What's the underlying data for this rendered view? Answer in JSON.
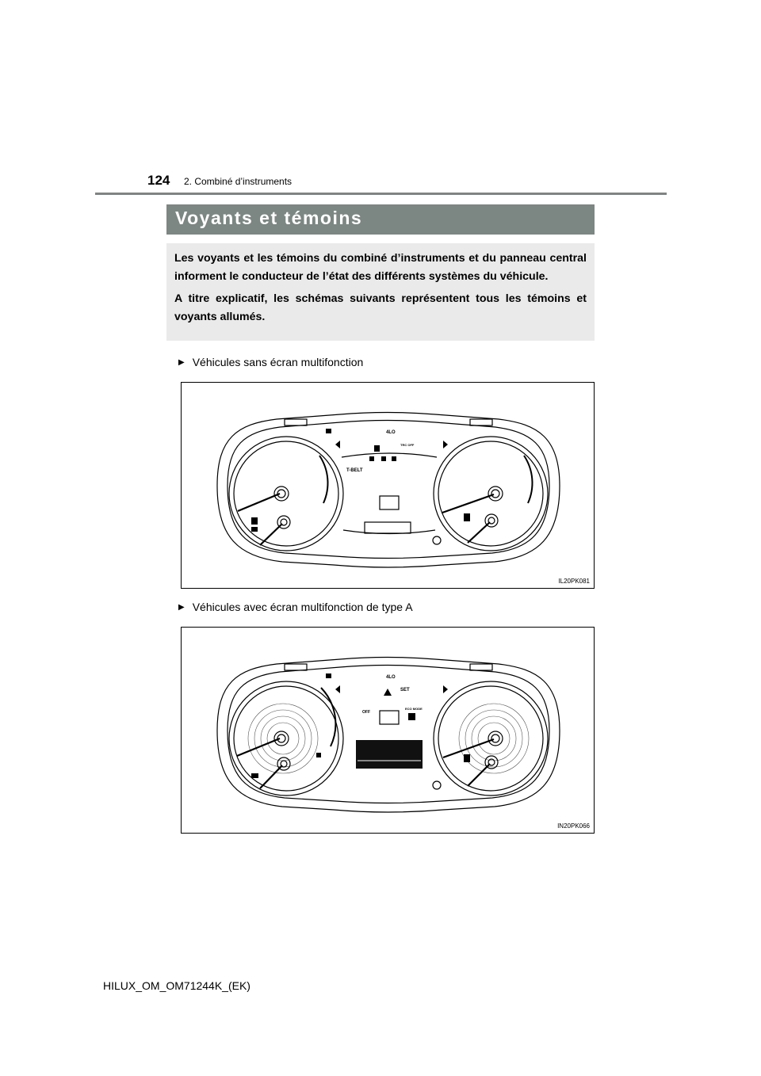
{
  "header": {
    "page_number": "124",
    "chapter": "2. Combiné d’instruments"
  },
  "section": {
    "title": "Voyants et témoins"
  },
  "intro": {
    "p1": "Les voyants et les témoins du combiné d’instruments et du panneau central informent le conducteur de l’état des différents systèmes du véhicule.",
    "p2": "A titre explicatif, les schémas suivants représentent tous les témoins et voyants allumés."
  },
  "figures": [
    {
      "caption": "Véhicules sans écran multifonction",
      "code": "IL20PK081",
      "labels": {
        "four_lo": "4LO",
        "tbelt": "T-BELT",
        "trc_off": "TRC OFF"
      }
    },
    {
      "caption": "Véhicules avec écran multifonction de type A",
      "code": "IN20PK066",
      "labels": {
        "four_lo": "4LO",
        "set": "SET",
        "eco": "ECO MODE",
        "off": "OFF"
      }
    }
  ],
  "footer": {
    "doc_id": "HILUX_OM_OM71244K_(EK)"
  }
}
